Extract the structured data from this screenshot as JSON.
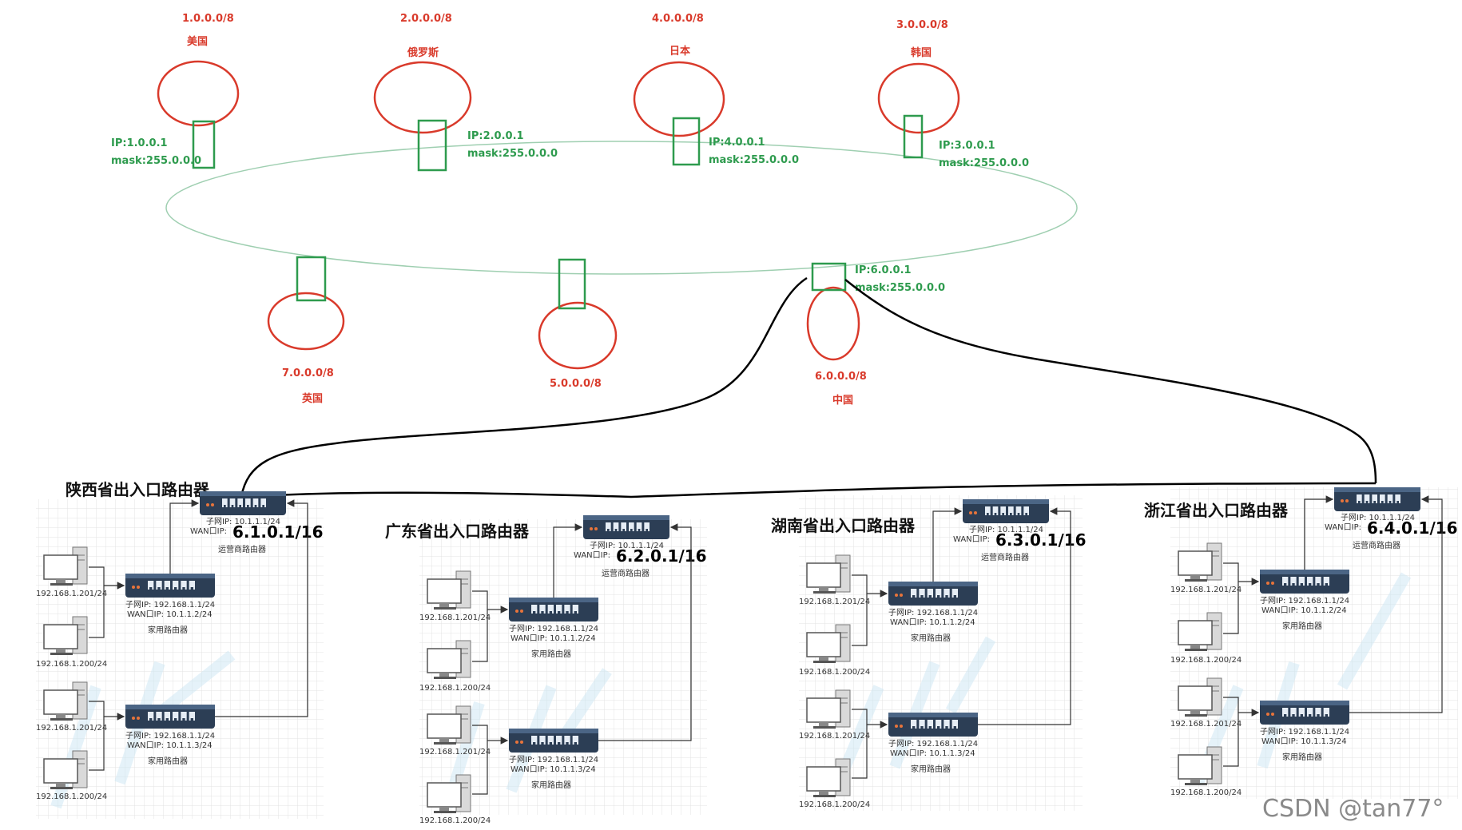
{
  "countries": [
    {
      "net": "1.0.0.0/8",
      "name": "美国",
      "ip": "IP:1.0.0.1",
      "mask": "mask:255.0.0.0"
    },
    {
      "net": "2.0.0.0/8",
      "name": "俄罗斯",
      "ip": "IP:2.0.0.1",
      "mask": "mask:255.0.0.0"
    },
    {
      "net": "4.0.0.0/8",
      "name": "日本",
      "ip": "IP:4.0.0.1",
      "mask": "mask:255.0.0.0"
    },
    {
      "net": "3.0.0.0/8",
      "name": "韩国",
      "ip": "IP:3.0.0.1",
      "mask": "mask:255.0.0.0"
    },
    {
      "net": "7.0.0.0/8",
      "name": "英国"
    },
    {
      "net": "5.0.0.0/8"
    },
    {
      "net": "6.0.0.0/8",
      "name": "中国",
      "ip": "IP:6.0.0.1",
      "mask": "mask:255.0.0.0"
    }
  ],
  "provinces": [
    {
      "title": "陕西省出入口路由器",
      "wan": "6.1.0.1/16"
    },
    {
      "title": "广东省出入口路由器",
      "wan": "6.2.0.1/16"
    },
    {
      "title": "湖南省出入口路由器",
      "wan": "6.3.0.1/16"
    },
    {
      "title": "浙江省出入口路由器",
      "wan": "6.4.0.1/16"
    }
  ],
  "labels": {
    "isp_subnet": "子网IP:    10.1.1.1/24",
    "isp_wan": "WAN口IP:",
    "isp_name": "运营商路由器",
    "home1_subnet": "子网IP:    192.168.1.1/24",
    "home1_wan": "WAN口IP:   10.1.1.2/24",
    "home2_subnet": "子网IP:    192.168.1.1/24",
    "home2_wan": "WAN口IP:   10.1.1.3/24",
    "home_name": "家用路由器",
    "pc_a": "192.168.1.201/24",
    "pc_b": "192.168.1.200/24"
  },
  "watermark": "CSDN @tan77°",
  "colors": {
    "red": "#d93a2b",
    "green": "#2e9b4e",
    "router": "#2c3e55"
  }
}
